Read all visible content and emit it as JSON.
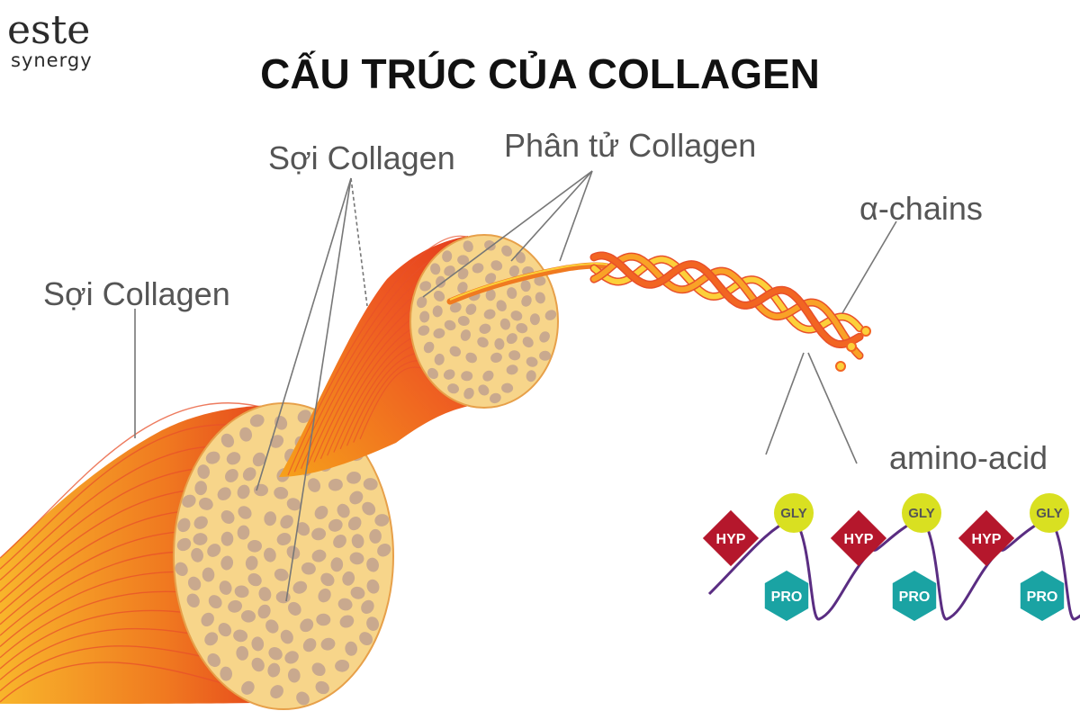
{
  "logo": {
    "main": "este",
    "sub": "synergy"
  },
  "title": "CẤU TRÚC CỦA COLLAGEN",
  "labels": {
    "fiber_left": "Sợi Collagen",
    "fiber_top": "Sợi Collagen",
    "molecule": "Phân tử Collagen",
    "alpha_chains": "α-chains",
    "amino_acid": "amino-acid"
  },
  "amino_chain": {
    "units": [
      {
        "hyp": "HYP",
        "gly": "GLY",
        "pro": "PRO"
      },
      {
        "hyp": "HYP",
        "gly": "GLY",
        "pro": "PRO"
      },
      {
        "hyp": "HYP",
        "gly": "GLY",
        "pro": "PRO"
      }
    ]
  },
  "colors": {
    "fiber_dark": "#e53d1e",
    "fiber_light": "#f6a11a",
    "cross_section": "#f7d58a",
    "fibril_dot": "#c9a98e",
    "helix_light": "#fcd03a",
    "helix_dark": "#f26522",
    "hyp": "#b5172c",
    "gly": "#d9e021",
    "pro": "#1aa3a3",
    "chain": "#5a2d82"
  }
}
